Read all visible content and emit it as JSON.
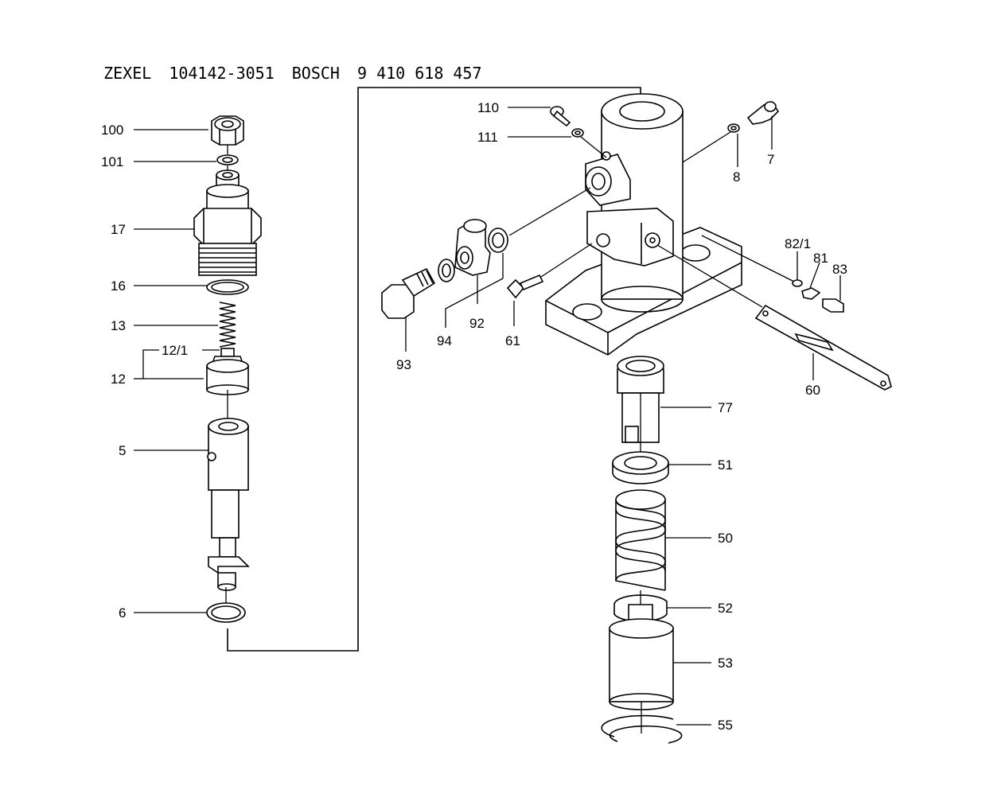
{
  "header": {
    "brand1": "ZEXEL",
    "part1": "104142-3051",
    "brand2": "BOSCH",
    "part2": "9 410 618 457"
  },
  "labels": {
    "p100": "100",
    "p101": "101",
    "p17": "17",
    "p16": "16",
    "p13": "13",
    "p12_1": "12/1",
    "p12": "12",
    "p5": "5",
    "p6": "6",
    "p110": "110",
    "p111": "111",
    "p8": "8",
    "p7": "7",
    "p82_1": "82/1",
    "p81": "81",
    "p83": "83",
    "p93": "93",
    "p94": "94",
    "p92": "92",
    "p61": "61",
    "p60": "60",
    "p77": "77",
    "p51": "51",
    "p50": "50",
    "p52": "52",
    "p53": "53",
    "p55": "55"
  }
}
